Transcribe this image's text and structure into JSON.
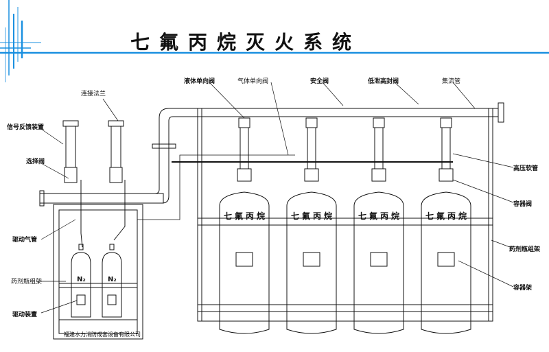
{
  "title": "七氟丙烷灭火系统",
  "labels": {
    "connecting_flange": "连接法兰",
    "signal_feedback": "信号反馈装置",
    "selector_valve": "选择阀",
    "drive_gas_pipe": "驱动气管",
    "agent_rack": "药剂瓶组架",
    "drive_device": "驱动装置",
    "liquid_check_valve": "液体单向阀",
    "gas_check_valve": "气体单向阀",
    "safety_valve": "安全阀",
    "low_pressure_leak": "低泄高封阀",
    "manifold": "集流管",
    "high_pressure_hose": "高压软管",
    "container_valve": "容器阀",
    "agent_cylinder_rack": "药剂瓶组架",
    "container_frame": "容器架"
  },
  "tank_label": "七氟丙烷",
  "n2_label": "N₂",
  "company": "福建水力消防成套设备有限公司",
  "colors": {
    "accent_blue": "#1a90e0",
    "line": "#111111"
  }
}
